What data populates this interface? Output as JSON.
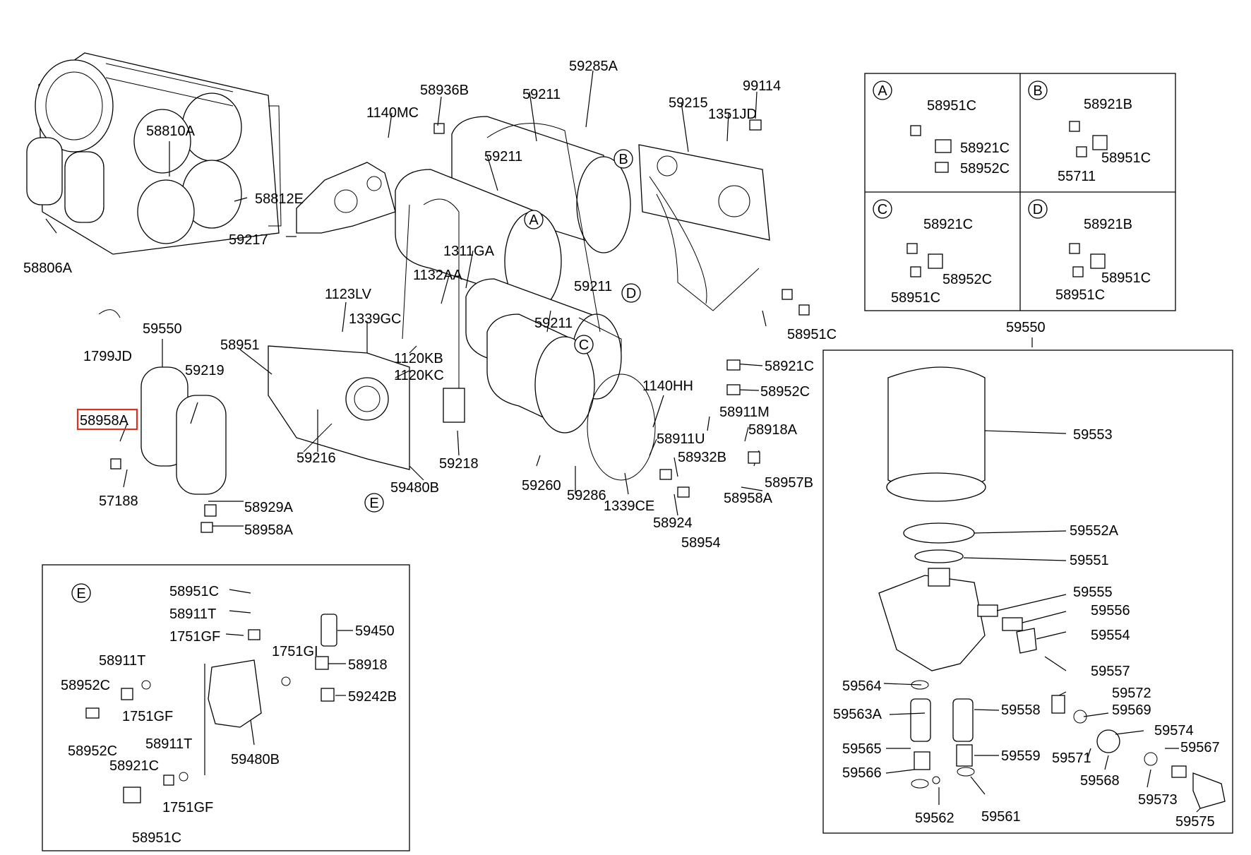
{
  "highlighted_part": "58958A",
  "accent_color": "#e0301e",
  "main_labels": [
    "59285A",
    "58936B",
    "59211",
    "99114",
    "1140MC",
    "59215",
    "1351JD",
    "58810A",
    "59211",
    "58812E",
    "59217",
    "1311GA",
    "1132AA",
    "59211",
    "58806A",
    "1123LV",
    "1339GC",
    "59211",
    "1799JD",
    "59550",
    "58951",
    "1120KB",
    "1120KC",
    "59219",
    "1140HH",
    "58958A",
    "58911U",
    "58932B",
    "59216",
    "59218",
    "59260",
    "59286",
    "1339CE",
    "58924",
    "58954",
    "57188",
    "59480B",
    "58929A",
    "58958A",
    "58951C",
    "58921C",
    "58952C",
    "58911M",
    "58918A",
    "58957B",
    "58958A",
    "59550"
  ],
  "detail_a": {
    "letter": "A",
    "labels": [
      "58951C",
      "58921C",
      "58952C"
    ]
  },
  "detail_b": {
    "letter": "B",
    "labels": [
      "58921B",
      "58951C",
      "55711"
    ]
  },
  "detail_c": {
    "letter": "C",
    "labels": [
      "58921C",
      "58952C",
      "58951C"
    ]
  },
  "detail_d": {
    "letter": "D",
    "labels": [
      "58921B",
      "58951C",
      "58951C"
    ]
  },
  "callouts": [
    "A",
    "B",
    "C",
    "D",
    "E"
  ],
  "detail_e": {
    "letter": "E",
    "labels": [
      "58951C",
      "58911T",
      "1751GF",
      "59450",
      "1751GI",
      "58918",
      "58911T",
      "58952C",
      "1751GF",
      "59242B",
      "58952C",
      "58911T",
      "58921C",
      "59480B",
      "1751GF",
      "58951C"
    ]
  },
  "dryer": {
    "labels": [
      "59553",
      "59552A",
      "59551",
      "59555",
      "59556",
      "59554",
      "59557",
      "59564",
      "59572",
      "59563A",
      "59558",
      "59569",
      "59574",
      "59565",
      "59567",
      "59571",
      "59559",
      "59566",
      "59568",
      "59573",
      "59562",
      "59561",
      "59575"
    ]
  }
}
